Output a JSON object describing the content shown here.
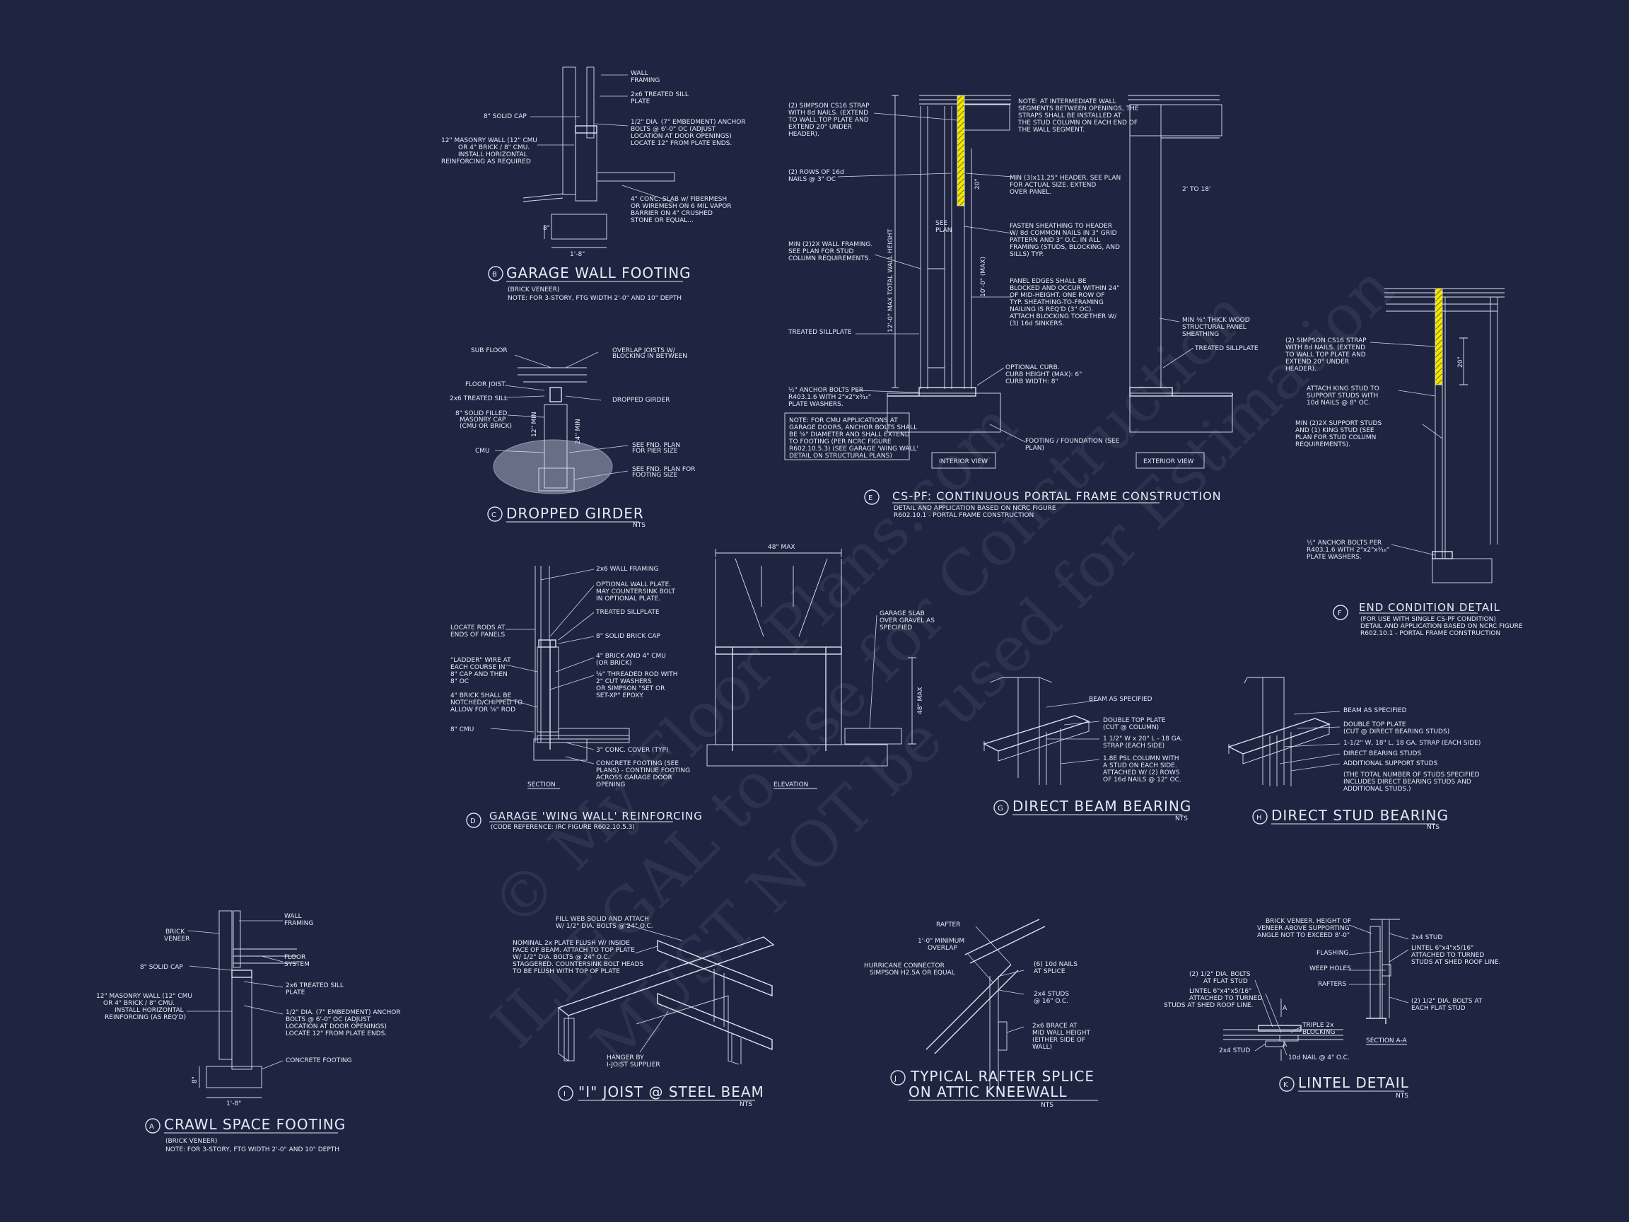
{
  "colors": {
    "background": "#1f2440",
    "linework": "#dfe4f0",
    "highlight": "#f2e600"
  },
  "watermark": {
    "line1": "© My Floor Plans.com",
    "line2": "ILLEGAL to use for Construction",
    "line3": "MUST NOT be used for Estimation"
  },
  "b": {
    "tag": "B",
    "title": "GARAGE WALL FOOTING",
    "sub1": "(BRICK VENEER)",
    "sub2": "NOTE: FOR 3-STORY, FTG WIDTH 2'-0\" AND 10\" DEPTH",
    "l1": "WALL",
    "l1b": "FRAMING",
    "l2": "2x6 TREATED SILL",
    "l2b": "PLATE",
    "l3": "8\" SOLID CAP",
    "l4": "1/2\" DIA. (7\" EMBEDMENT) ANCHOR",
    "l4b": "BOLTS @ 6'-0\" OC (ADJUST",
    "l4c": "LOCATION AT DOOR OPENINGS)",
    "l4d": "LOCATE 12\" FROM PLATE ENDS.",
    "l5": "12\" MASONRY WALL (12\" CMU",
    "l5b": "OR 4\" BRICK / 8\" CMU.",
    "l5c": "INSTALL HORIZONTAL",
    "l5d": "REINFORCING AS REQUIRED",
    "l6": "4\" CONC. SLAB w/ FIBERMESH",
    "l6b": "OR WIREMESH ON 6 MIL VAPOR",
    "l6c": "BARRIER ON 4\" CRUSHED",
    "l6d": "STONE OR EQUAL...",
    "d1": "8\"",
    "d2": "1'-8\""
  },
  "c": {
    "tag": "C",
    "title": "DROPPED GIRDER",
    "nts": "NTS",
    "l1": "SUB FLOOR",
    "l2": "OVERLAP JOISTS W/",
    "l2b": "BLOCKING IN BETWEEN",
    "l3": "FLOOR JOIST",
    "l4": "2x6 TREATED SILL",
    "l5": "DROPPED GIRDER",
    "l6": "8\" SOLID FILLED",
    "l6b": "MASONRY CAP",
    "l6c": "(CMU OR BRICK)",
    "l7": "CMU",
    "l8": "SEE FND. PLAN",
    "l8b": "FOR PIER SIZE",
    "l9": "SEE FND. PLAN FOR",
    "l9b": "FOOTING SIZE",
    "d1": "12\" MIN",
    "d2": "24\" MIN"
  },
  "e": {
    "tag": "E",
    "title": "CS-PF: CONTINUOUS PORTAL FRAME CONSTRUCTION",
    "sub1": "DETAIL AND APPLICATION BASED ON NCRC FIGURE",
    "sub2": "R602.10.1 - PORTAL FRAME CONSTRUCTION",
    "v1": "INTERIOR VIEW",
    "v2": "EXTERIOR VIEW",
    "l1": "(2) SIMPSON CS16 STRAP",
    "l1b": "WITH 8d NAILS. (EXTEND",
    "l1c": "TO WALL TOP PLATE AND",
    "l1d": "EXTEND 20\" UNDER",
    "l1e": "HEADER).",
    "l2": "(2) ROWS OF 16d",
    "l2b": "NAILS @ 3\" OC",
    "l3": "MIN (2)2X WALL FRAMING.",
    "l3b": "SEE PLAN FOR STUD",
    "l3c": "COLUMN REQUIREMENTS.",
    "l4": "TREATED SILLPLATE",
    "l5": "½\" ANCHOR BOLTS PER",
    "l5b": "R403.1.6 WITH 2\"x2\"x³⁄₁₆\"",
    "l5c": "PLATE WASHERS.",
    "box1": "NOTE: FOR CMU APPLICATIONS AT",
    "box2": "GARAGE DOORS, ANCHOR BOLTS SHALL",
    "box3": "BE ⅝\" DIAMETER AND SHALL EXTEND",
    "box4": "TO FOOTING (PER NCRC FIGURE",
    "box5": "R602.10.5.3) (SEE GARAGE 'WING WALL'",
    "box6": "DETAIL ON STRUCTURAL PLANS)",
    "r1": "NOTE: AT INTERMEDIATE WALL",
    "r1b": "SEGMENTS BETWEEN OPENINGS, THE",
    "r1c": "STRAPS SHALL BE INSTALLED AT",
    "r1d": "THE STUD COLUMN ON EACH END OF",
    "r1e": "THE WALL SEGMENT.",
    "r2": "MIN (3)x11.25\" HEADER. SEE PLAN",
    "r2b": "FOR ACTUAL SIZE. EXTEND",
    "r2c": "OVER PANEL.",
    "r3": "FASTEN SHEATHING TO HEADER",
    "r3b": "W/ 8d COMMON NAILS IN 3\" GRID",
    "r3c": "PATTERN AND 3\" O.C. IN ALL",
    "r3d": "FRAMING (STUDS, BLOCKING, AND",
    "r3e": "SILLS) TYP.",
    "r4": "PANEL EDGES SHALL BE",
    "r4b": "BLOCKED AND OCCUR WITHIN 24\"",
    "r4c": "OF MID-HEIGHT. ONE ROW OF",
    "r4d": "TYP. SHEATHING-TO-FRAMING",
    "r4e": "NAILING IS REQ'D (3\" OC).",
    "r4f": "ATTACH BLOCKING TOGETHER W/",
    "r4g": "(3) 16d SINKERS.",
    "r5": "OPTIONAL CURB.",
    "r5b": "CURB HEIGHT (MAX): 6\"",
    "r5c": "CURB WIDTH: 8\"",
    "r6": "FOOTING / FOUNDATION (SEE",
    "r6b": "PLAN)",
    "r7": "MIN ⅜\" THICK WOOD",
    "r7b": "STRUCTURAL PANEL",
    "r7c": "SHEATHING",
    "r8": "TREATED SILLPLATE",
    "r9": "2' TO 18'",
    "d1": "12'-0\" MAX TOTAL WALL HEIGHT",
    "d2": "10'-0\" (MAX)",
    "d3": "20\"",
    "d4": "SEE",
    "d4b": "PLAN"
  },
  "f": {
    "tag": "F",
    "title": "END CONDITION DETAIL",
    "sub1": "(FOR USE WITH SINGLE CS-PF CONDITION)",
    "sub2": "DETAIL AND APPLICATION BASED ON NCRC FIGURE",
    "sub3": "R602.10.1 - PORTAL FRAME CONSTRUCTION",
    "l1": "(2) SIMPSON CS16 STRAP",
    "l1b": "WITH 8d NAILS. (EXTEND",
    "l1c": "TO WALL TOP PLATE AND",
    "l1d": "EXTEND 20\" UNDER",
    "l1e": "HEADER).",
    "l2": "ATTACH KING STUD TO",
    "l2b": "SUPPORT STUDS WITH",
    "l2c": "10d NAILS @ 8\" OC.",
    "l3": "MIN (2)2X SUPPORT STUDS",
    "l3b": "AND (1) KING STUD (SEE",
    "l3c": "PLAN FOR STUD COLUMN",
    "l3d": "REQUIREMENTS).",
    "l4": "½\" ANCHOR BOLTS PER",
    "l4b": "R403.1.6 WITH 2\"x2\"x³⁄₁₆\"",
    "l4c": "PLATE WASHERS.",
    "d1": "20\""
  },
  "d": {
    "tag": "D",
    "title": "GARAGE 'WING WALL' REINFORCING",
    "sub1": "(CODE REFERENCE: IRC FIGURE R602.10.5.3)",
    "sec": "SECTION",
    "elev": "ELEVATION",
    "l1": "2x6 WALL FRAMING",
    "l2": "OPTIONAL WALL PLATE.",
    "l2b": "MAY COUNTERSINK BOLT",
    "l2c": "IN OPTIONAL PLATE.",
    "l3": "TREATED SILLPLATE",
    "l4": "8\" SOLID BRICK CAP",
    "l5": "4\" BRICK AND 4\" CMU",
    "l5b": "(OR BRICK)",
    "l6": "⅝\" THREADED ROD WITH",
    "l6b": "2\" CUT WASHERS",
    "l6c": "OR SIMPSON \"SET OR",
    "l6d": "SET-XP\" EPOXY.",
    "l7": "3\" CONC. COVER (TYP)",
    "l8": "CONCRETE FOOTING (SEE",
    "l8b": "PLANS) - CONTINUE FOOTING",
    "l8c": "ACROSS GARAGE DOOR",
    "l8d": "OPENING",
    "l9": "LOCATE RODS AT",
    "l9b": "ENDS OF PANELS",
    "l10": "\"LADDER\" WIRE AT",
    "l10b": "EACH COURSE IN",
    "l10c": "8\" CAP AND THEN",
    "l10d": "8\" OC",
    "l11": "4\" BRICK SHALL BE",
    "l11b": "NOTCHED/CHIPPED TO",
    "l11c": "ALLOW FOR ⅝\" ROD",
    "l12": "8\" CMU",
    "l13": "GARAGE SLAB",
    "l13b": "OVER GRAVEL AS",
    "l13c": "SPECIFIED",
    "d1": "48\" MAX",
    "d2": "48\" MAX"
  },
  "g": {
    "tag": "G",
    "title": "DIRECT BEAM BEARING",
    "nts": "NTS",
    "l1": "BEAM AS SPECIFIED",
    "l2": "DOUBLE TOP PLATE",
    "l2b": "(CUT @ COLUMN)",
    "l3": "1 1/2\" W x 20\" L - 18 GA.",
    "l3b": "STRAP (EACH SIDE)",
    "l4": "1.8E PSL COLUMN WITH",
    "l4b": "A STUD ON EACH SIDE.",
    "l4c": "ATTACHED W/ (2) ROWS",
    "l4d": "OF 16d NAILS @ 12\" OC."
  },
  "h": {
    "tag": "H",
    "title": "DIRECT STUD BEARING",
    "nts": "NTS",
    "l1": "BEAM AS SPECIFIED",
    "l2": "DOUBLE TOP PLATE",
    "l2b": "(CUT @ DIRECT BEARING STUDS)",
    "l3": "1-1/2\" W, 18\" L, 18 GA. STRAP (EACH SIDE)",
    "l4": "DIRECT BEARING STUDS",
    "l5": "ADDITIONAL SUPPORT STUDS",
    "l6": "(THE TOTAL NUMBER OF STUDS SPECIFIED",
    "l6b": "INCLUDES DIRECT BEARING STUDS AND",
    "l6c": "ADDITIONAL STUDS.)"
  },
  "a": {
    "tag": "A",
    "title": "CRAWL SPACE FOOTING",
    "sub1": "(BRICK VENEER)",
    "sub2": "NOTE: FOR 3-STORY, FTG WIDTH 2'-0\" AND 10\" DEPTH",
    "l1": "BRICK",
    "l1b": "VENEER",
    "l2": "WALL",
    "l2b": "FRAMING",
    "l3": "FLOOR",
    "l3b": "SYSTEM",
    "l4": "8\" SOLID CAP",
    "l5": "2x6 TREATED SILL",
    "l5b": "PLATE",
    "l6": "12\" MASONRY WALL (12\" CMU",
    "l6b": "OR 4\" BRICK / 8\" CMU.",
    "l6c": "INSTALL HORIZONTAL",
    "l6d": "REINFORCING (AS REQ'D)",
    "l7": "1/2\" DIA. (7\" EMBEDMENT) ANCHOR",
    "l7b": "BOLTS @ 6'-0\" OC (ADJUST",
    "l7c": "LOCATION AT DOOR OPENINGS)",
    "l7d": "LOCATE 12\" FROM PLATE ENDS.",
    "l8": "CONCRETE FOOTING",
    "d1": "8\"",
    "d2": "1'-8\""
  },
  "i": {
    "tag": "I",
    "title": "\"I\" JOIST @ STEEL BEAM",
    "nts": "NTS",
    "l1": "FILL WEB SOLID AND ATTACH",
    "l1b": "W/ 1/2\" DIA. BOLTS @ 24\" O.C.",
    "l2": "NOMINAL 2x PLATE FLUSH W/ INSIDE",
    "l2b": "FACE OF BEAM. ATTACH TO TOP PLATE",
    "l2c": "W/ 1/2\" DIA. BOLTS @ 24\" O.C.",
    "l2d": "STAGGERED. COUNTERSINK BOLT HEADS",
    "l2e": "TO BE FLUSH WITH TOP OF PLATE",
    "l3": "HANGER BY",
    "l3b": "I-JOIST SUPPLIER"
  },
  "j": {
    "tag": "J",
    "title": "TYPICAL RAFTER SPLICE",
    "title2": "ON ATTIC KNEEWALL",
    "nts": "NTS",
    "l1": "RAFTER",
    "l2": "1'-0\" MINIMUM",
    "l2b": "OVERLAP",
    "l3": "HURRICANE CONNECTOR",
    "l3b": "SIMPSON H2.5A OR EQUAL",
    "l4": "(6) 10d NAILS",
    "l4b": "AT SPLICE",
    "l5": "2x4 STUDS",
    "l5b": "@ 16\" O.C.",
    "l6": "2x6 BRACE AT",
    "l6b": "MID WALL HEIGHT",
    "l6c": "(EITHER SIDE OF",
    "l6d": "WALL)"
  },
  "k": {
    "tag": "K",
    "title": "LINTEL DETAIL",
    "nts": "NTS",
    "sec": "SECTION A-A",
    "l1": "BRICK VENEER. HEIGHT OF",
    "l1b": "VENEER ABOVE SUPPORTING",
    "l1c": "ANGLE NOT TO EXCEED 8'-0\"",
    "l2": "FLASHING",
    "l3": "WEEP HOLES",
    "l4": "RAFTERS",
    "l5": "2x4 STUD",
    "l6": "LINTEL 6\"x4\"x5/16\"",
    "l6b": "ATTACHED TO TURNED",
    "l6c": "STUDS AT SHED ROOF LINE.",
    "l7": "(2) 1/2\" DIA. BOLTS",
    "l7b": "AT FLAT STUD",
    "l8": "LINTEL 6\"x4\"x5/16\"",
    "l8b": "ATTACHED TO TURNED",
    "l8c": "STUDS AT SHED ROOF LINE.",
    "l9": "TRIPLE 2x",
    "l9b": "BLOCKING",
    "l10": "2x4 STUD",
    "l11": "10d NAIL @ 4\" O.C.",
    "l12": "(2) 1/2\" DIA. BOLTS AT",
    "l12b": "EACH FLAT STUD",
    "l13": "A",
    "l14": "A"
  }
}
